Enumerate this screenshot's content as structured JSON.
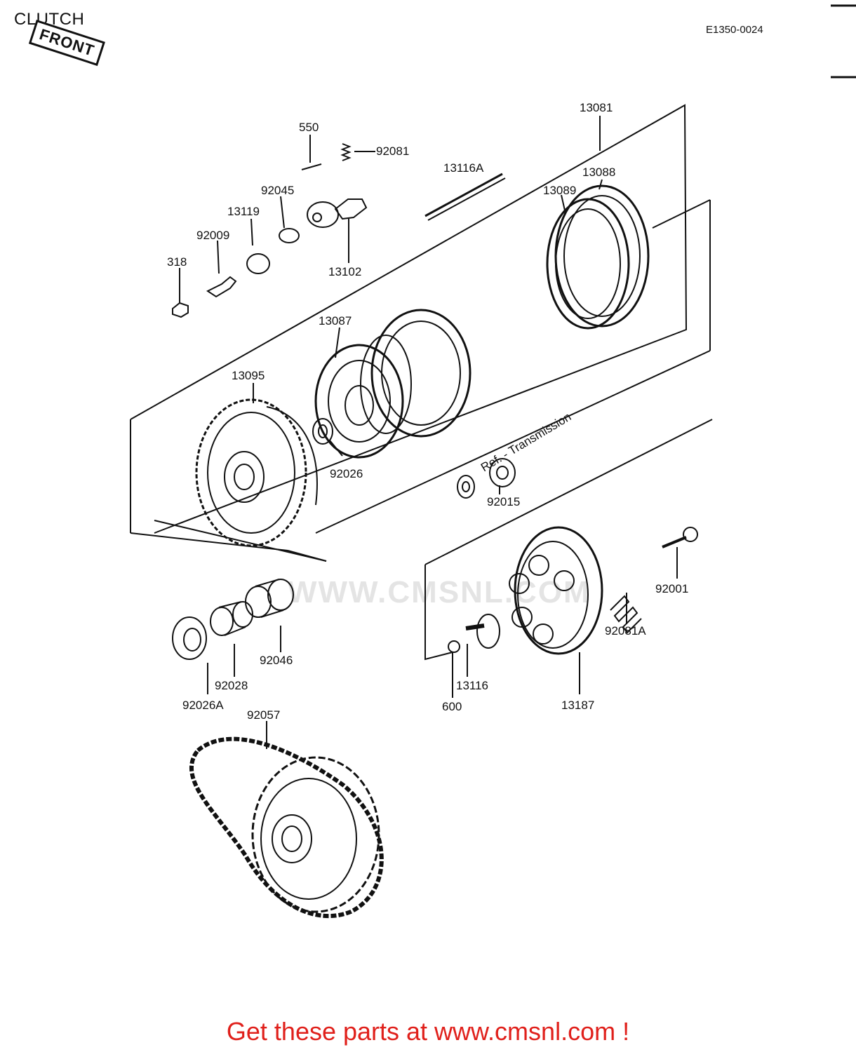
{
  "header": {
    "title": "CLUTCH",
    "drawing_code": "E1350-0024",
    "front_label": "FRONT"
  },
  "callouts": {
    "c550": "550",
    "c92081": "92081",
    "c13116A": "13116A",
    "c13081": "13081",
    "c92045": "92045",
    "c13119": "13119",
    "c92009": "92009",
    "c318": "318",
    "c13102": "13102",
    "c13088": "13088",
    "c13089": "13089",
    "c13087": "13087",
    "c13095": "13095",
    "c92026": "92026",
    "c92015": "92015",
    "c92001": "92001",
    "c92081A": "92081A",
    "c92046": "92046",
    "c92028": "92028",
    "c92026A": "92026A",
    "c13116": "13116",
    "c600": "600",
    "c13187": "13187",
    "c92057": "92057"
  },
  "reference_note": "Ref. - Transmission",
  "watermark": "WWW.CMSNL.COM",
  "footer": {
    "promo": "Get these parts at www.cmsnl.com !"
  }
}
